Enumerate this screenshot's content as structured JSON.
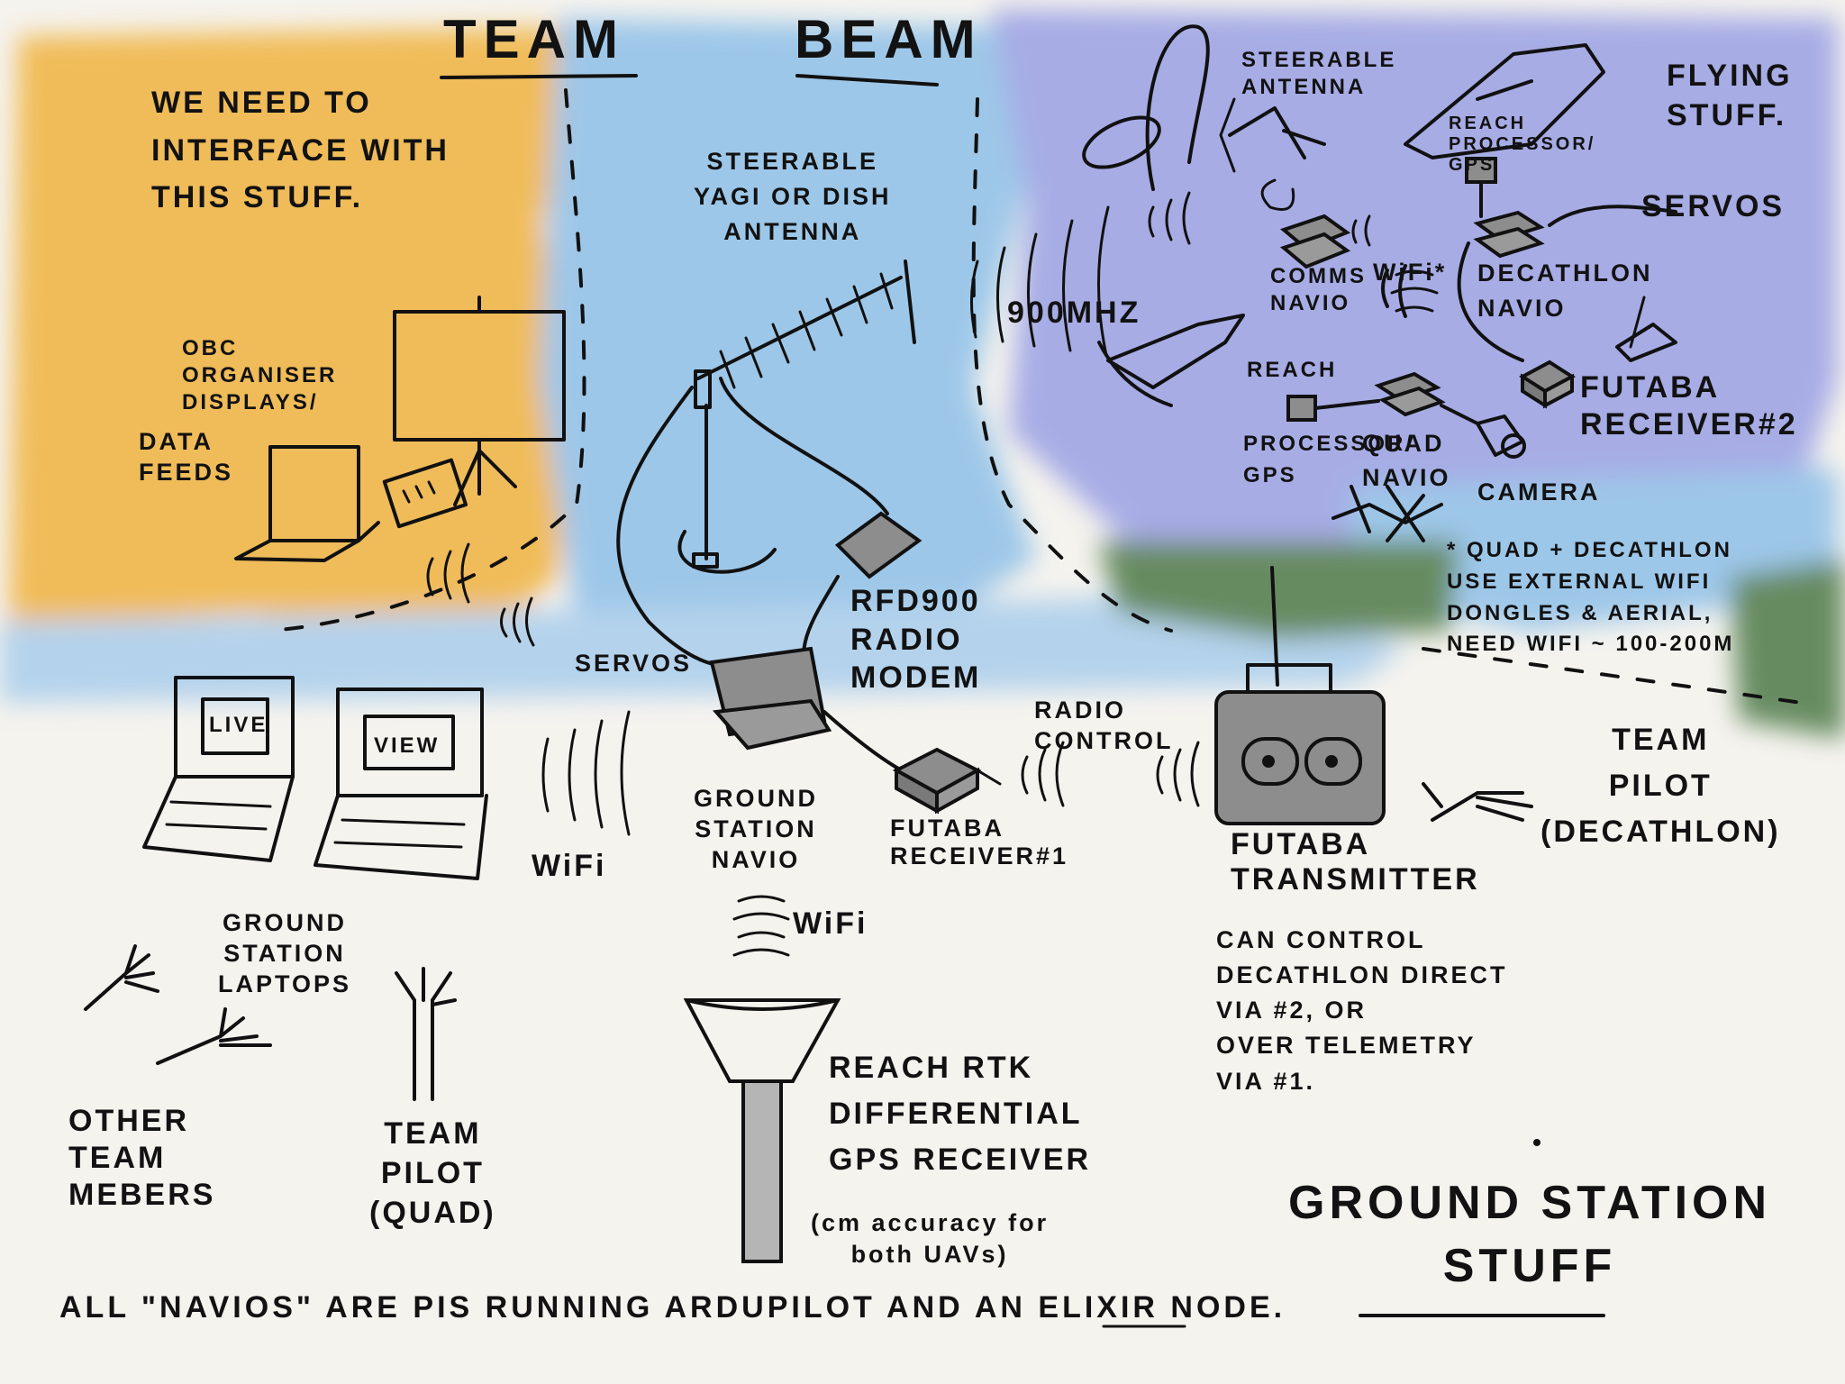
{
  "title": {
    "left": "TEAM",
    "right": "BEAM"
  },
  "colors": {
    "paper": "#f5f3ee",
    "orange": "#f0b33f",
    "blue": "#8ec0e8",
    "purple": "#9aa0e4",
    "green": "#4f7a4a",
    "grey": "#8d8d8d",
    "ink": "#111111"
  },
  "zones": {
    "organiser": {
      "note": "WE NEED TO\nINTERFACE WITH\nTHIS STUFF.",
      "displays": "OBC\nORGANISER\nDISPLAYS/",
      "feeds": "DATA\nFEEDS"
    },
    "flying": {
      "title": "FLYING\nSTUFF.",
      "steerable_antenna": "STEERABLE\nANTENNA",
      "reach_gps_top": "REACH\nPROCESSOR/\nGPS",
      "servos": "SERVOS",
      "comms_navio": "COMMS\nNAVIO",
      "wifi_star": "WiFi*",
      "decathlon_navio": "DECATHLON\nNAVIO",
      "futaba_receiver_2": "FUTABA\nRECEIVER#2",
      "reach_processor": "REACH",
      "processor_gps": "PROCESSOR/\nGPS",
      "quad_navio": "QUAD\nNAVIO",
      "camera": "CAMERA",
      "footnote": "* QUAD + DECATHLON\nUSE EXTERNAL WiFi\nDONGLES & AERIAL,\nNEED WIFI ~ 100-200m"
    },
    "ground": {
      "yagi": "STEERABLE\nYAGI OR DISH\nANTENNA",
      "freq": "900MHz",
      "rfd900": "RFD900\nRADIO\nMODEM",
      "servos": "SERVOS",
      "radio_control": "RADIO\nCONTROL",
      "ground_navio": "GROUND\nSTATION\nNAVIO",
      "futaba_receiver_1": "FUTABA\nRECEIVER#1",
      "futaba_transmitter": "FUTABA\nTRANSMITTER",
      "tx_note": "CAN CONTROL\nDECATHLON DIRECT\nVIA #2, OR\nOVER TELEMETRY\nVIA #1.",
      "team_pilot_decathlon": "TEAM\nPILOT\n(DECATHLON)",
      "screen_live": "LIVE",
      "screen_view": "VIEW",
      "wifi_left": "WiFi",
      "wifi_center": "WiFi",
      "laptops": "GROUND\nSTATION\nLAPTOPS",
      "other_members": "OTHER\nTEAM\nMEBERS",
      "team_pilot_quad": "TEAM\nPILOT\n(QUAD)",
      "rtk": "REACH RTK\nDIFFERENTIAL\nGPS RECEIVER",
      "rtk_note": "(cm accuracy for\nboth UAVs)",
      "section_title": "GROUND STATION\nSTUFF"
    }
  },
  "footer": "ALL \"NAVIOs\" ARE PIs RUNNING ARDUPILOT AND AN ELIXIR NODE."
}
